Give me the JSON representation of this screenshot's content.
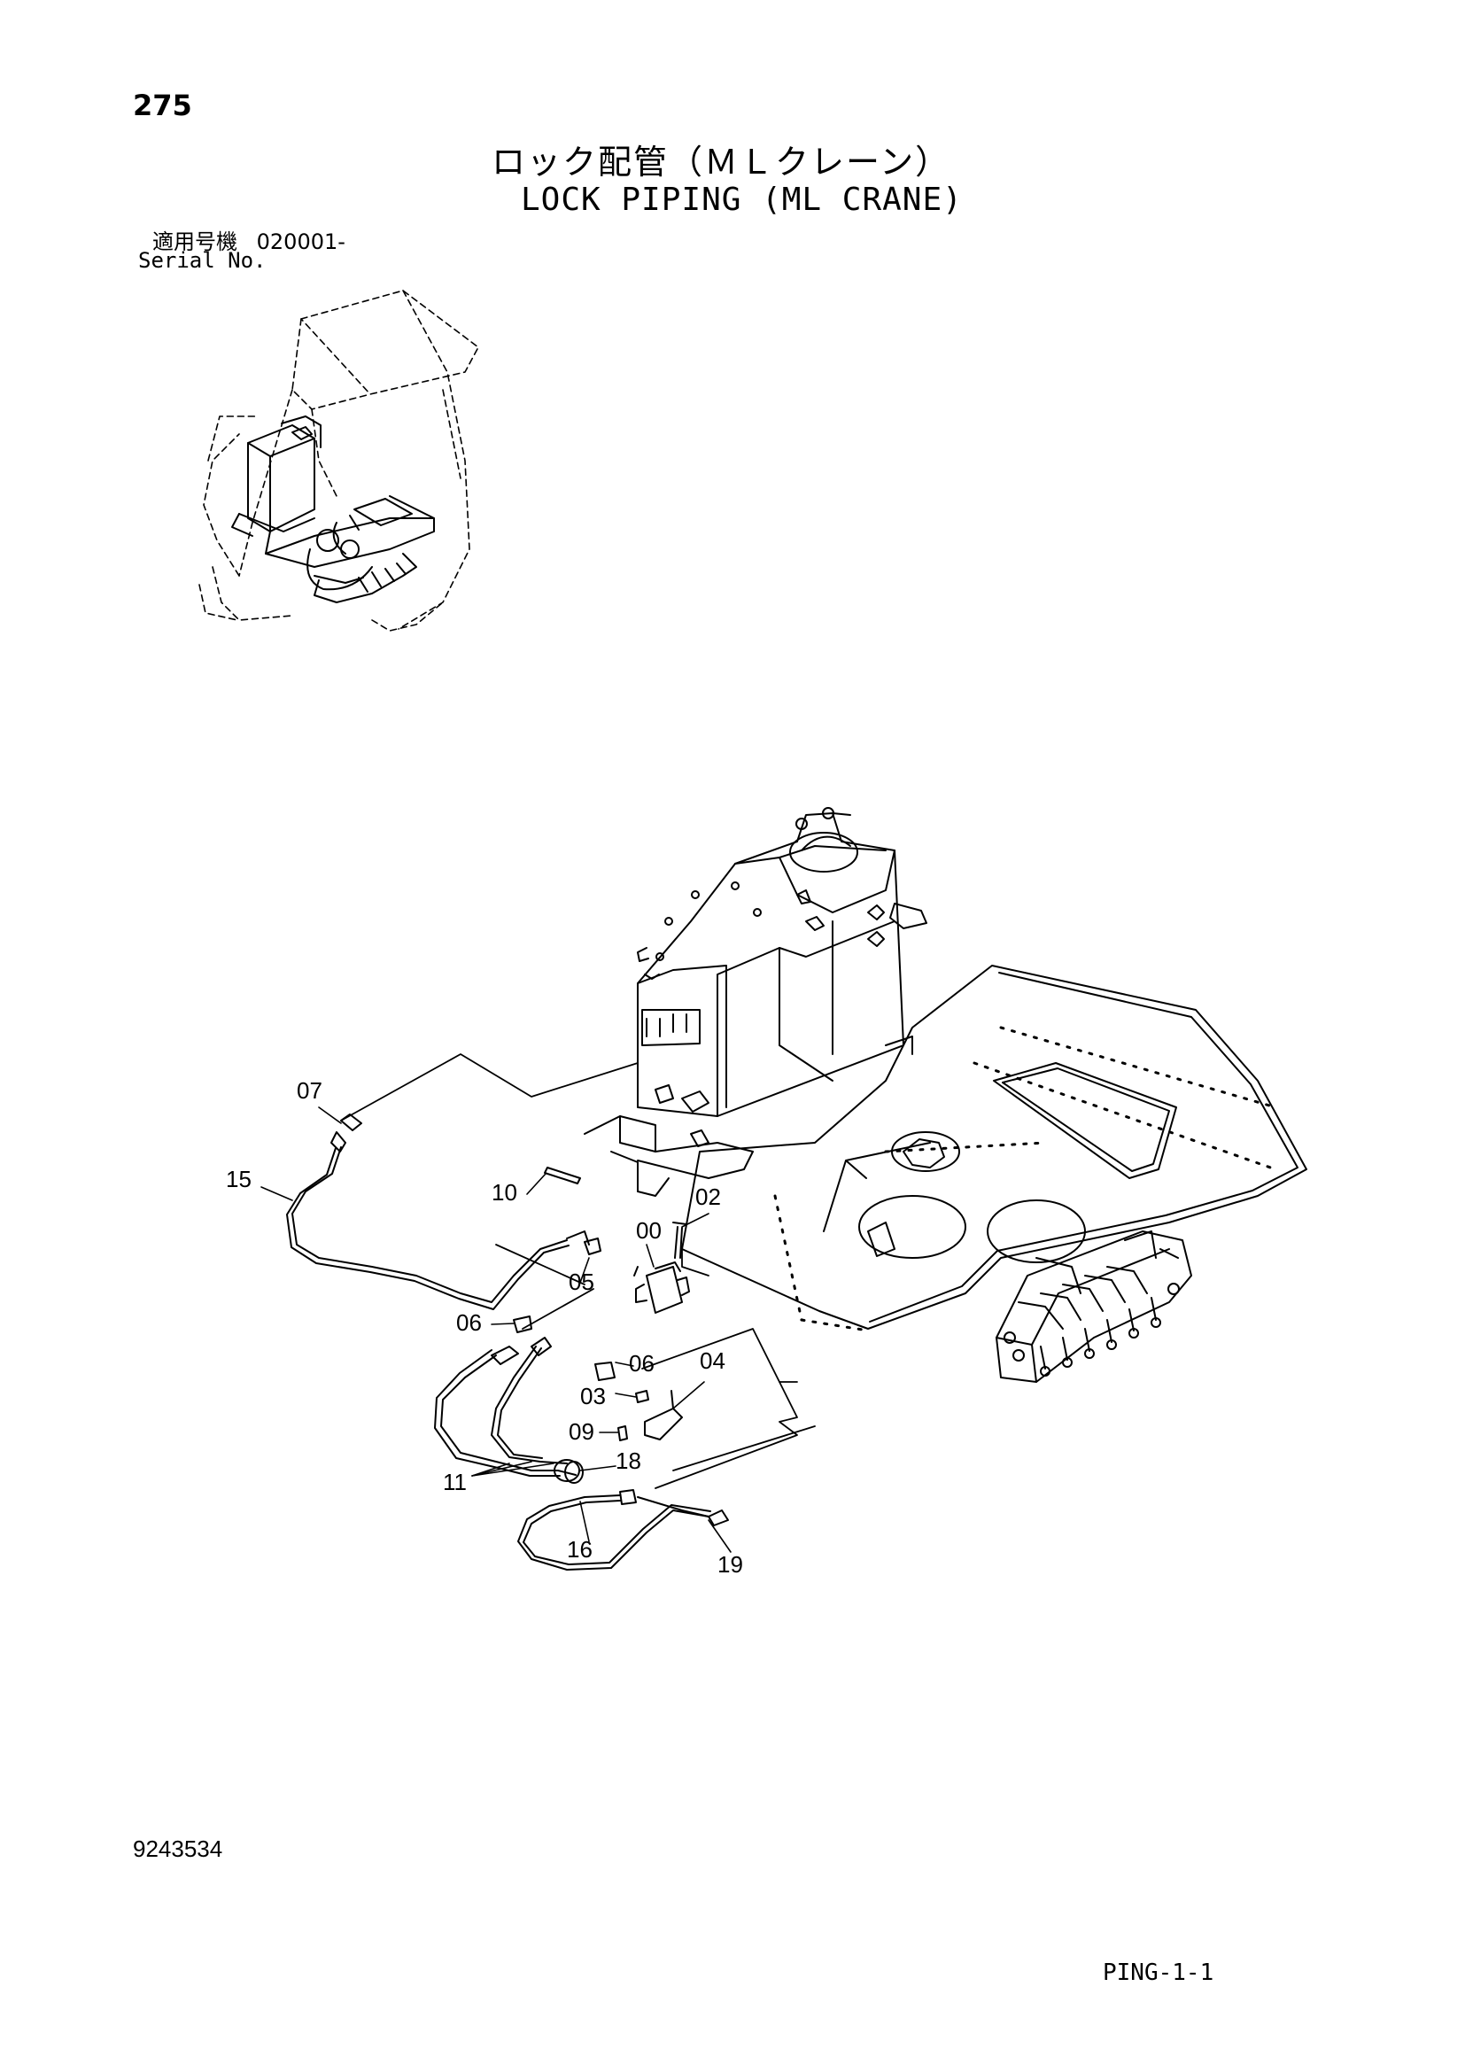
{
  "page_number": "275",
  "title_jp": "ロック配管（ＭＬクレーン）",
  "title_en": "LOCK PIPING (ML CRANE)",
  "serial": {
    "label_jp": "適用号機",
    "value": "020001-",
    "label_en": "Serial No."
  },
  "callouts": {
    "c07": "07",
    "c15": "15",
    "c10": "10",
    "c02": "02",
    "c00": "00",
    "c05": "05",
    "c06a": "06",
    "c06b": "06",
    "c04": "04",
    "c03": "03",
    "c09": "09",
    "c11": "11",
    "c18": "18",
    "c16": "16",
    "c19": "19"
  },
  "document_number": "9243534",
  "page_code": "PING-1-1"
}
